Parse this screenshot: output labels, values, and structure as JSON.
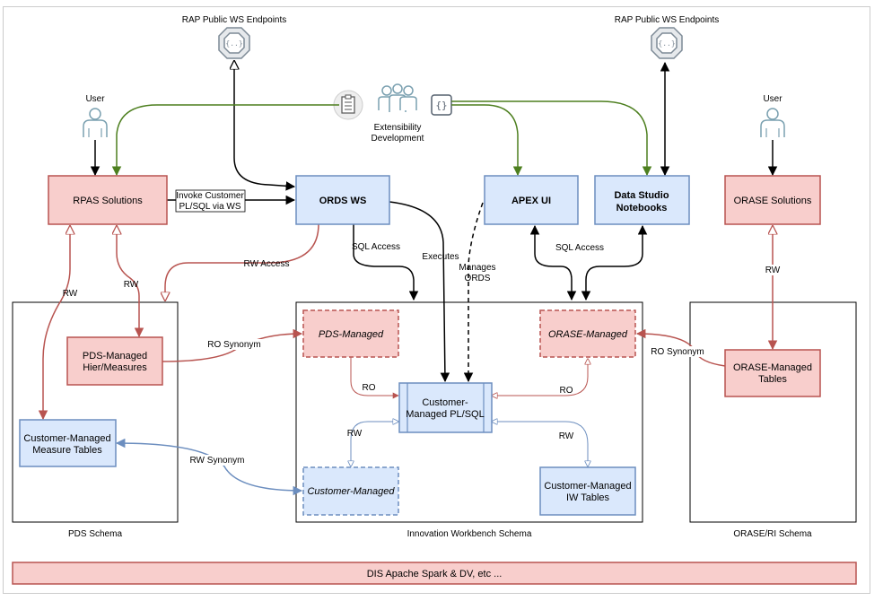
{
  "endpoints": {
    "left_label": "RAP Public WS Endpoints",
    "right_label": "RAP Public WS Endpoints"
  },
  "users": {
    "left_label": "User",
    "right_label": "User"
  },
  "extensibility": {
    "line1": "Extensibility",
    "line2": "Development"
  },
  "boxes": {
    "rpas": "RPAS Solutions",
    "ords": "ORDS WS",
    "apex": "APEX UI",
    "studio_line1": "Data Studio",
    "studio_line2": "Notebooks",
    "orase": "ORASE Solutions",
    "pds_hier_line1": "PDS-Managed",
    "pds_hier_line2": "Hier/Measures",
    "cust_measure_line1": "Customer-Managed",
    "cust_measure_line2": "Measure Tables",
    "pds_managed": "PDS-Managed",
    "orase_managed": "ORASE-Managed",
    "cust_plsql_line1": "Customer-",
    "cust_plsql_line2": "Managed PL/SQL",
    "cust_managed": "Customer-Managed",
    "cust_iw_line1": "Customer-Managed",
    "cust_iw_line2": "IW Tables",
    "orase_tables_line1": "ORASE-Managed",
    "orase_tables_line2": "Tables",
    "dis": "DIS Apache Spark & DV, etc ..."
  },
  "schemas": {
    "pds": "PDS Schema",
    "iw": "Innovation Workbench Schema",
    "orase": "ORASE/RI Schema"
  },
  "edges": {
    "invoke_line1": "Invoke Customer",
    "invoke_line2": "PL/SQL via WS",
    "rw_access": "RW Access",
    "sql_access_left": "SQL Access",
    "executes": "Executes",
    "manages_line1": "Manages",
    "manages_line2": "ORDS",
    "sql_access_right": "SQL Access",
    "rw_rpas_pds": "RW",
    "rw_rpas_measure": "RW",
    "rw_orase": "RW",
    "ro_synonym_left": "RO Synonym",
    "ro_synonym_right": "RO Synonym",
    "ro_left": "RO",
    "ro_right": "RO",
    "rw_left": "RW",
    "rw_right": "RW",
    "rw_synonym": "RW Synonym"
  },
  "colors": {
    "red_fill": "#f8cecc",
    "red_stroke": "#b85450",
    "blue_fill": "#dae8fc",
    "blue_stroke": "#6c8ebf",
    "green_edge": "#4d7f1f"
  },
  "icons": [
    "shield-endpoint-icon",
    "user-icon",
    "clipboard-icon",
    "team-icon",
    "code-icon"
  ]
}
